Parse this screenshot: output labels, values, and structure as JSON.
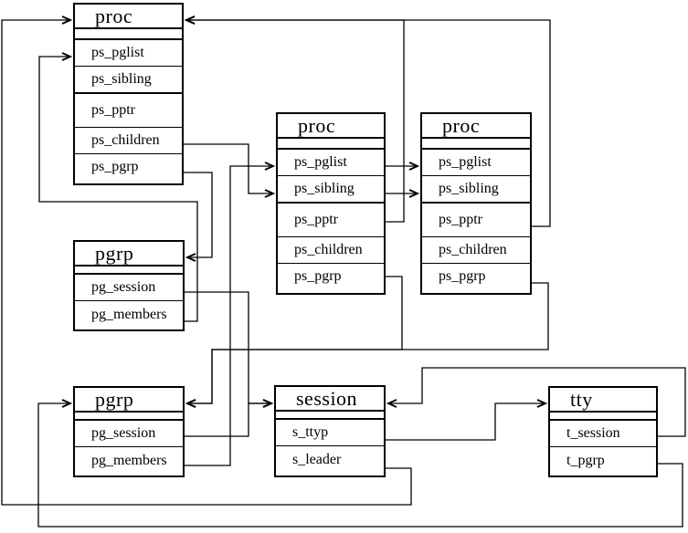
{
  "diagram": {
    "colors": {
      "line": "#000000",
      "background": "#ffffff"
    },
    "boxes": [
      {
        "id": "proc-parent",
        "title": "proc",
        "fields": [
          "ps_pglist",
          "ps_sibling",
          "ps_pptr",
          "ps_children",
          "ps_pgrp"
        ]
      },
      {
        "id": "proc-child-1",
        "title": "proc",
        "fields": [
          "ps_pglist",
          "ps_sibling",
          "ps_pptr",
          "ps_children",
          "ps_pgrp"
        ]
      },
      {
        "id": "proc-child-2",
        "title": "proc",
        "fields": [
          "ps_pglist",
          "ps_sibling",
          "ps_pptr",
          "ps_children",
          "ps_pgrp"
        ]
      },
      {
        "id": "pgrp-upper",
        "title": "pgrp",
        "fields": [
          "pg_session",
          "pg_members"
        ]
      },
      {
        "id": "pgrp-lower",
        "title": "pgrp",
        "fields": [
          "pg_session",
          "pg_members"
        ]
      },
      {
        "id": "session",
        "title": "session",
        "fields": [
          "s_ttyp",
          "s_leader"
        ]
      },
      {
        "id": "tty",
        "title": "tty",
        "fields": [
          "t_session",
          "t_pgrp"
        ]
      }
    ]
  }
}
